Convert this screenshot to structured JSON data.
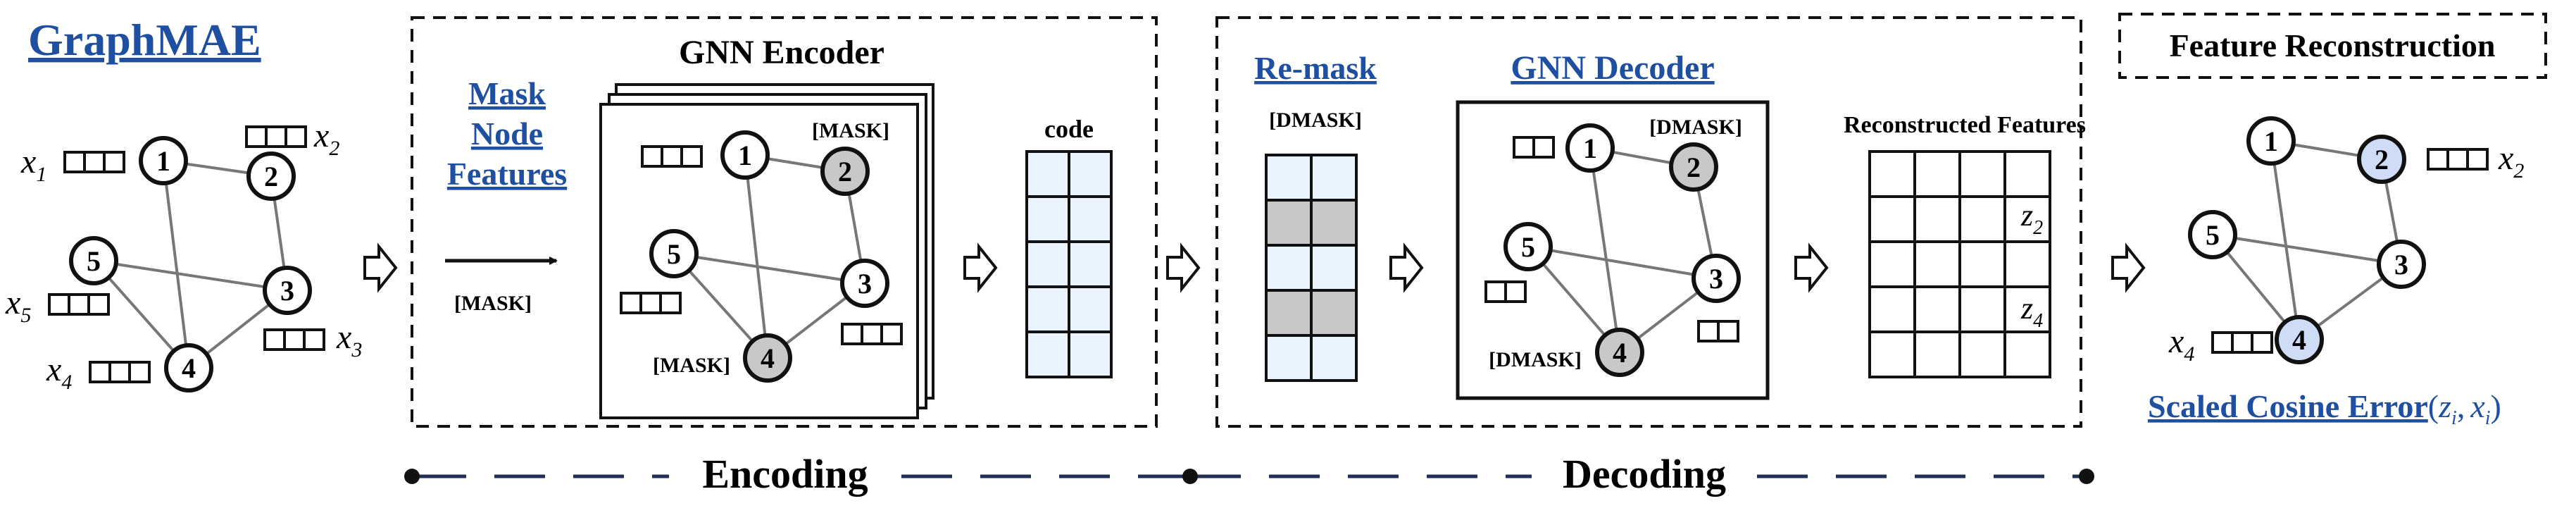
{
  "title": "GraphMAE",
  "stages": {
    "mask_node_features": [
      "Mask",
      "Node",
      "Features"
    ],
    "mask_token": "[MASK]",
    "gnn_encoder": "GNN Encoder",
    "code": "code",
    "remask": "Re-mask",
    "dmask_token": "[DMASK]",
    "gnn_decoder": "GNN Decoder",
    "reconstructed_features": "Reconstructed Features",
    "feature_reconstruction": "Feature Reconstruction",
    "loss": "Scaled Cosine Error"
  },
  "node_numbers": [
    "1",
    "2",
    "3",
    "4",
    "5"
  ],
  "math": {
    "x": "x",
    "z": "z",
    "i": "i",
    "sub1": "1",
    "sub2": "2",
    "sub3": "3",
    "sub4": "4",
    "sub5": "5",
    "open_paren": "(",
    "comma": ",",
    "close_paren": ")"
  },
  "phases": {
    "encoding": "Encoding",
    "decoding": "Decoding"
  },
  "colors": {
    "text": "#111111",
    "link_blue": "#1f4fa0",
    "masked_node": "#c8c8c8",
    "reconstructed_node": "#cfdcf5",
    "code_cell": "#e8f3fd",
    "remask_cell": "#c8c8c8",
    "edge": "#777777",
    "phase_dash": "#1f2f55"
  }
}
